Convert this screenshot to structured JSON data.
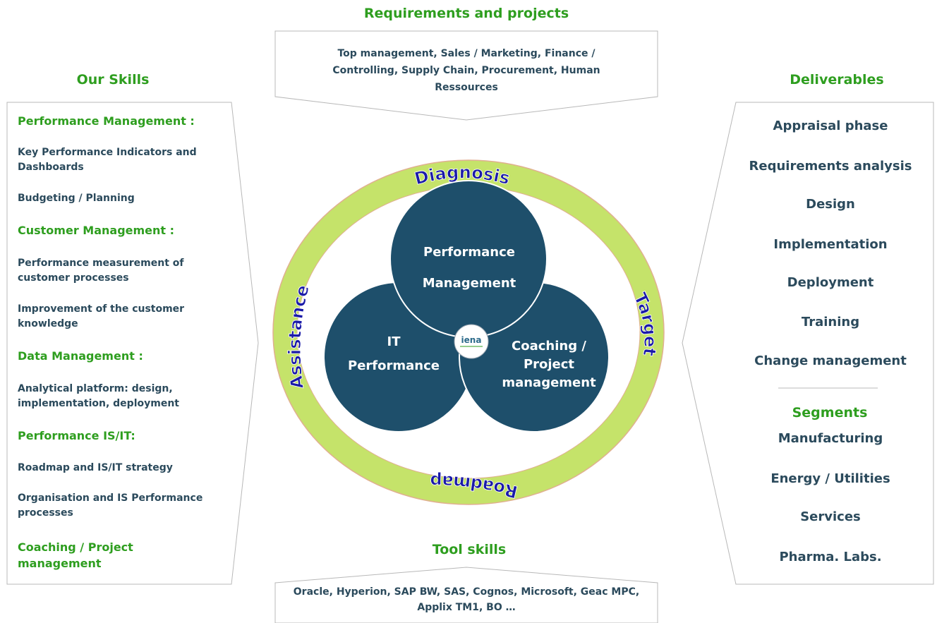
{
  "requirements": {
    "title": "Requirements and projects",
    "text": "Top management, Sales / Marketing, Finance / Controlling, Supply Chain, Procurement, Human Ressources"
  },
  "skills": {
    "title": "Our Skills",
    "sections": [
      {
        "heading": "Performance Management :",
        "items": [
          "Key Performance Indicators and Dashboards",
          "Budgeting / Planning"
        ]
      },
      {
        "heading": "Customer Management :",
        "items": [
          "Performance measurement of customer processes",
          "Improvement of the customer knowledge"
        ]
      },
      {
        "heading": "Data Management :",
        "items": [
          "Analytical platform: design, implementation, deployment"
        ]
      },
      {
        "heading": "Performance IS/IT:",
        "items": [
          "Roadmap and IS/IT strategy",
          "Organisation and IS Performance processes"
        ]
      },
      {
        "heading": "Coaching / Project management",
        "items": []
      }
    ]
  },
  "deliverables": {
    "title": "Deliverables",
    "items": [
      "Appraisal phase",
      "Requirements analysis",
      "Design",
      "Implementation",
      "Deployment",
      "Training",
      "Change management"
    ],
    "segments_title": "Segments",
    "segments": [
      "Manufacturing",
      "Energy / Utilities",
      "Services",
      "Pharma. Labs."
    ]
  },
  "tools": {
    "title": "Tool skills",
    "text": "Oracle, Hyperion, SAP BW, SAS, Cognos, Microsoft, Geac MPC, Applix TM1, BO …"
  },
  "ring": {
    "top": "Diagnosis",
    "right": "Target",
    "bottom": "Roadmap",
    "left": "Assistance"
  },
  "circles": {
    "top": "Performance Management",
    "left": "IT Performance",
    "right": "Coaching / Project management",
    "logo": "iena"
  },
  "colors": {
    "green": "#2e9e1f",
    "navy": "#2b4a5c",
    "circle_fill": "#1e4f6b",
    "ring": "#c5e36a",
    "ring_text": "#1a1aa8"
  }
}
